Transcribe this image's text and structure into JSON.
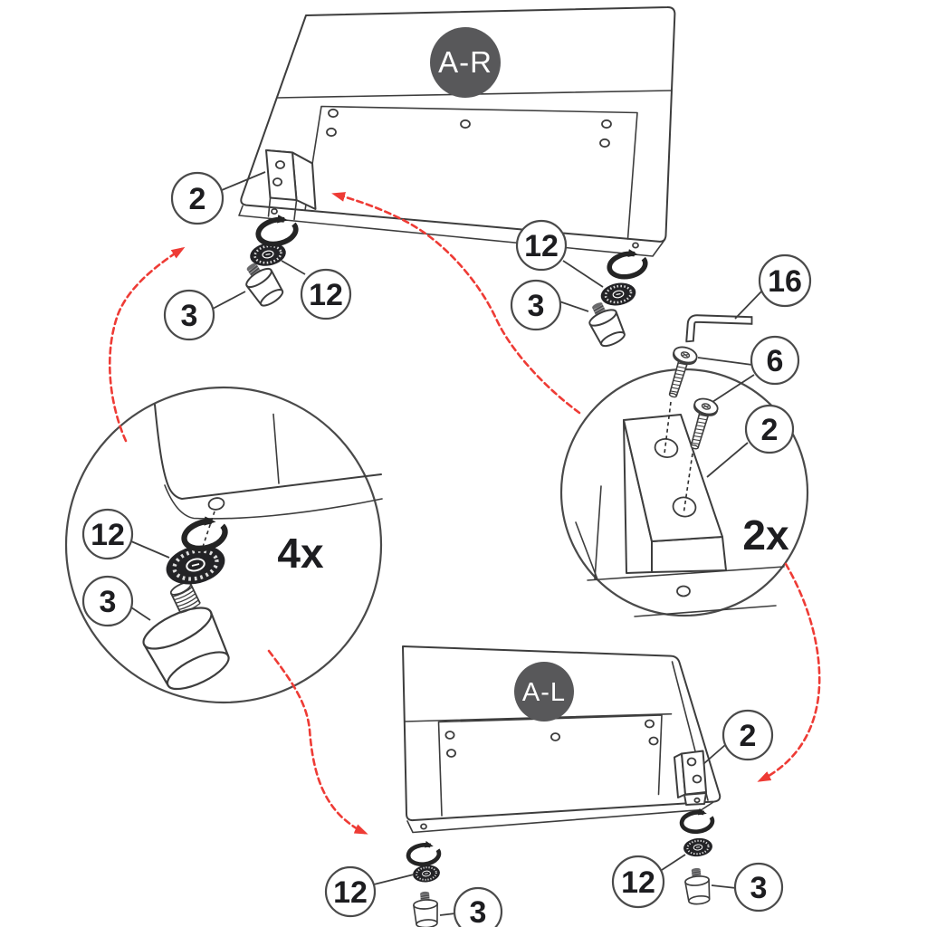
{
  "diagram_title": "headboard-leg-assembly-step",
  "labels": {
    "panel_top": "A-R",
    "panel_bottom": "A-L",
    "detail_left_multiplier": "4x",
    "detail_right_multiplier": "2x"
  },
  "callouts": {
    "ar_bracket": "2",
    "ar_left_washer": "12",
    "ar_left_foot": "3",
    "ar_right_washer": "12",
    "ar_right_foot": "3",
    "allen_key": "16",
    "screws": "6",
    "detail_bracket": "2",
    "detail_washer": "12",
    "detail_foot": "3",
    "al_bracket": "2",
    "al_left_washer": "12",
    "al_left_foot": "3",
    "al_right_washer": "12",
    "al_right_foot": "3"
  },
  "icons": {
    "rotate_icon": "clockwise-rotation-arrow",
    "red_arrows": "dashed-red-guide-arrows"
  },
  "colors": {
    "line": "#3d3d3d",
    "accent_red": "#ee3b35",
    "badge_bg": "#58585a",
    "badge_text": "#ffffff",
    "part_dark": "#232326"
  }
}
